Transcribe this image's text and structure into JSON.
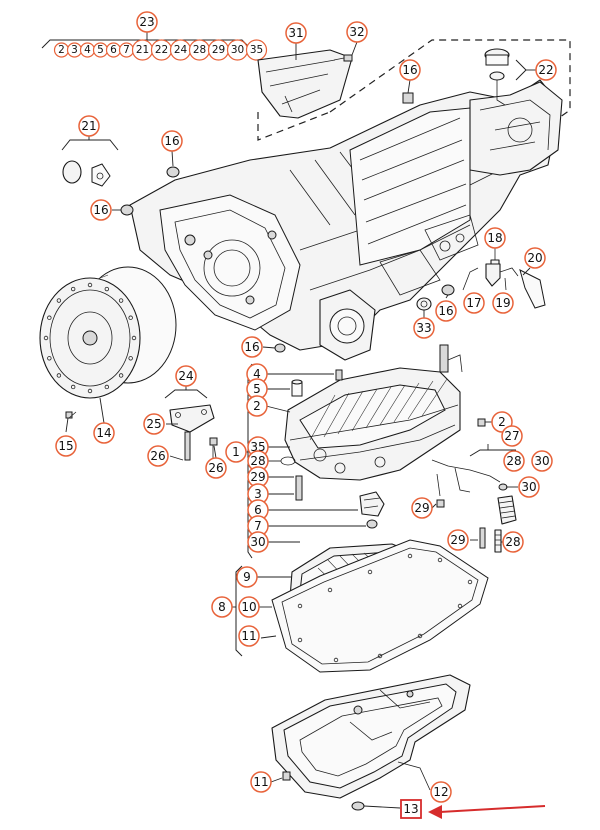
{
  "diagram": {
    "group23": {
      "label": "23",
      "parts": [
        "2",
        "3",
        "4",
        "5",
        "6",
        "7",
        "21",
        "22",
        "24",
        "28",
        "29",
        "30",
        "35"
      ]
    },
    "callouts": {
      "c31": "31",
      "c32": "32",
      "c16a": "16",
      "c22": "22",
      "c21": "21",
      "c16b": "16",
      "c16c": "16",
      "c18": "18",
      "c20": "20",
      "c17": "17",
      "c16d": "16",
      "c19": "19",
      "c33": "33",
      "c16e": "16",
      "c4": "4",
      "c5": "5",
      "c2a": "2",
      "c24": "24",
      "c25": "25",
      "c15": "15",
      "c14": "14",
      "c26a": "26",
      "c26b": "26",
      "c1": "1",
      "c35": "35",
      "c28a": "28",
      "c29a": "29",
      "c3": "3",
      "c6": "6",
      "c7": "7",
      "c30a": "30",
      "c2b": "2",
      "c27": "27",
      "c28b": "28",
      "c30b": "30",
      "c30c": "30",
      "c29b": "29",
      "c29c": "29",
      "c28c": "28",
      "c9": "9",
      "c8": "8",
      "c10": "10",
      "c11a": "11",
      "c11b": "11",
      "c12": "12"
    },
    "highlighted": {
      "label": "13",
      "color": "#d62c2c"
    },
    "callout_color": "#e8633a"
  }
}
